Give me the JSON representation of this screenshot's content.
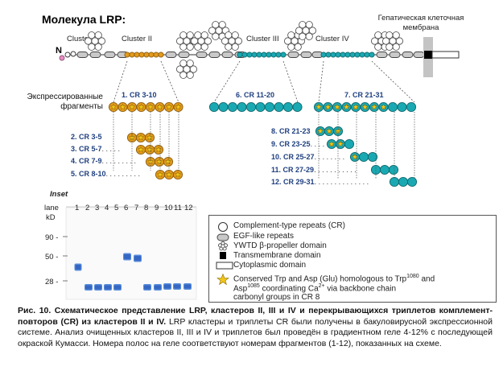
{
  "title": "Молекула LRP:",
  "membrane_label": "Гепатическая клеточная мембрана",
  "clusters": [
    "Cluster I",
    "Cluster II",
    "Cluster III",
    "Cluster IV"
  ],
  "n_terminus": "N",
  "expressed_label": "Экспрессированные фрагменты",
  "fragments": [
    {
      "num": "1.",
      "name": "CR 3-10"
    },
    {
      "num": "6.",
      "name": "CR 11-20"
    },
    {
      "num": "7.",
      "name": "CR 21-31"
    },
    {
      "num": "2.",
      "name": "CR 3-5"
    },
    {
      "num": "3.",
      "name": "CR 5-7"
    },
    {
      "num": "4.",
      "name": "CR 7-9"
    },
    {
      "num": "5.",
      "name": "CR 8-10"
    },
    {
      "num": "8.",
      "name": "CR 21-23"
    },
    {
      "num": "9.",
      "name": "CR 23-25"
    },
    {
      "num": "10.",
      "name": "CR 25-27"
    },
    {
      "num": "11.",
      "name": "CR 27-29"
    },
    {
      "num": "12.",
      "name": "CR 29-31"
    }
  ],
  "gel": {
    "inset_label": "Inset",
    "lane_header": "lane",
    "kd_header": "kD",
    "lanes": [
      "1",
      "2",
      "3",
      "4",
      "5",
      "6",
      "7",
      "8",
      "9",
      "10",
      "11",
      "12"
    ],
    "markers": [
      "90 -",
      "50 -",
      "28 -"
    ]
  },
  "legend": {
    "cr": "Complement-type repeats (CR)",
    "egf": "EGF-like repeats",
    "ywtd": "YWTD β-propeller domain",
    "tm": "Transmembrane domain",
    "cyto": "Cytoplasmic domain",
    "conserved1": "Conserved Trp and Asp (Glu) homologous to Trp",
    "conserved1_sup": "1080",
    "conserved1_tail": " and",
    "conserved2": "Asp",
    "conserved2_sup": "1085",
    "conserved2_tail": " coordinating Ca",
    "conserved2_sup2": "2+",
    "conserved2_tail2": " via backbone chain",
    "conserved3": "carbonyl groups in CR 8"
  },
  "caption": {
    "bold": "Рис. 10. Схематическое представление LRP, кластеров II, III и IV и перекрывающихся триплетов комплемент-повторов (CR) из кластеров II и IV.",
    "text": " LRP кластеры и триплеты CR были получены в бакуловирусной экспрессионной системе. Анализ очищенных кластеров II, III и IV и триплетов был проведён в градиентном геле 4-12% с последующей окраской Кумасси. Номера полос на геле соответствуют номерам фрагментов (1-12), показанных на схеме."
  },
  "colors": {
    "orange": "#e39a1c",
    "teal": "#1aa9b2",
    "gray": "#b8b8b8",
    "gel_band": "#3a78d6"
  }
}
